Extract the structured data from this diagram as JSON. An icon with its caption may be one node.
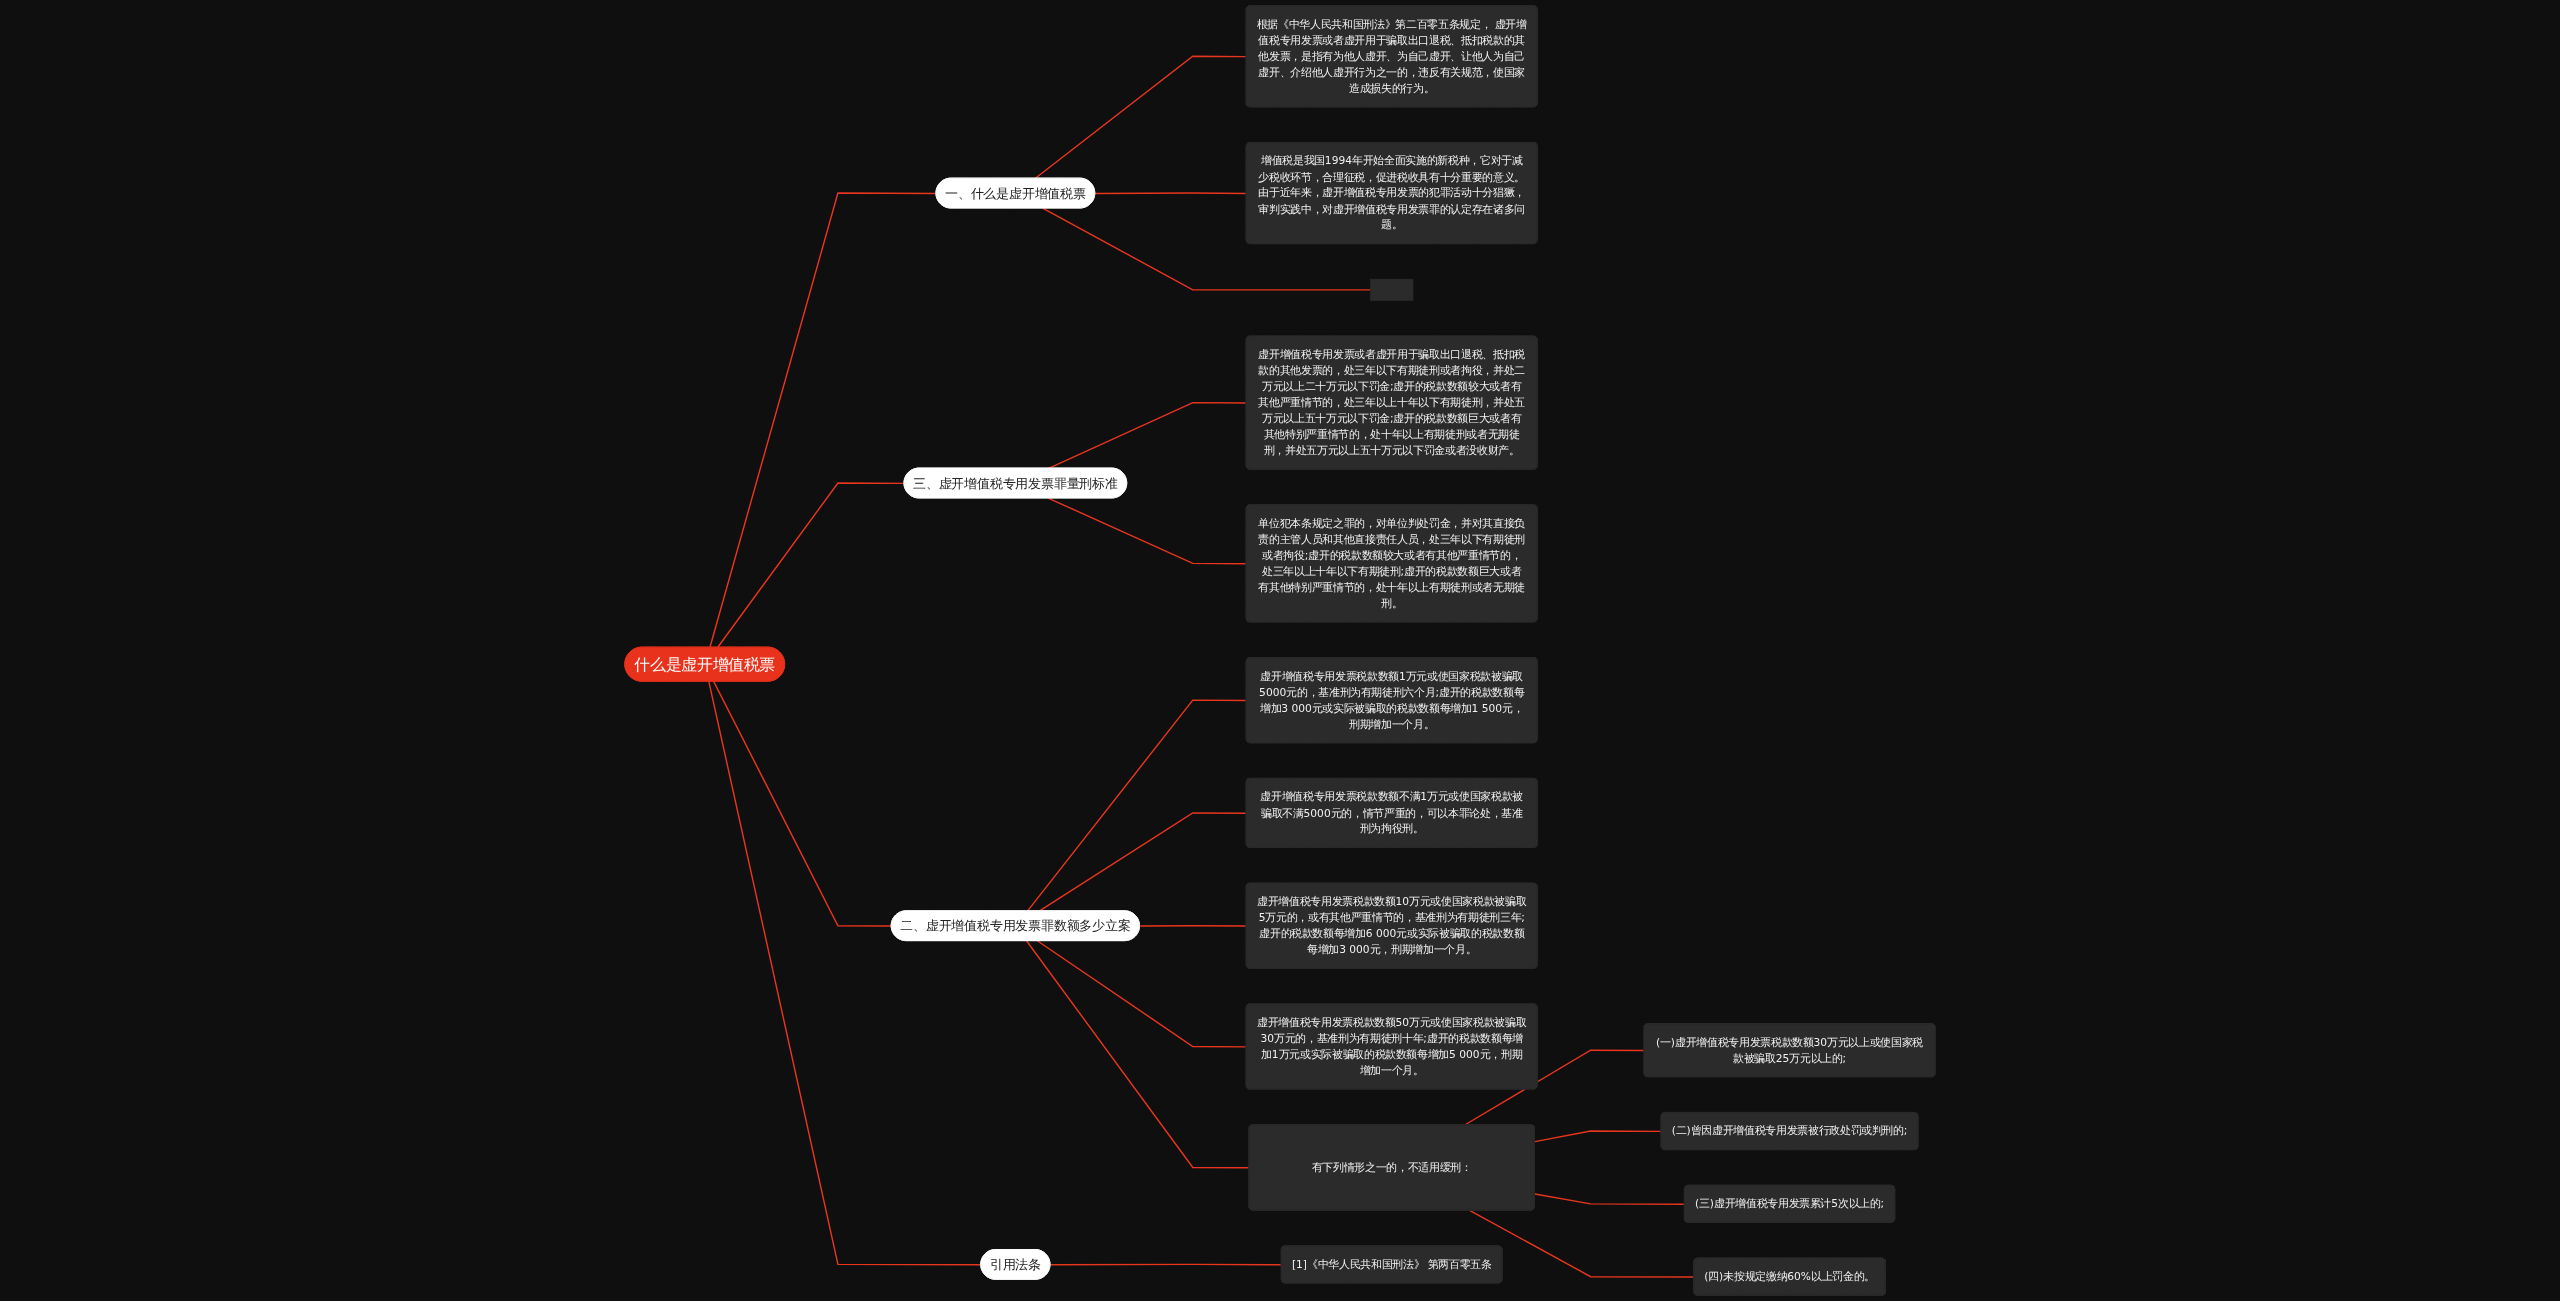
{
  "diagram": {
    "nodes": [
      {
        "text": [
          "什么是虚开增值税票"
        ]
      },
      {
        "text": [
          "一、什么是虚开增值税票"
        ]
      },
      {
        "text": [
          "根据《中华人民共和国刑法》第二百零五条规定， 虚开增值税专用发票或者虚开用于骗取出口退税、抵扣税款的其他发票，是指有为他人虚开、为自己虚开、让他人为自己虚开、介绍他人虚开行为之一的，违反有关规范，使国家造成损失的行为。"
        ]
      },
      {
        "text": [
          "增值税是我国1994年开始全面实施的新税种，它对于减少税收环节，合理征税，促进税收具有十分重要的意义。由于近年来，虚开增值税专用发票的犯罪活动十分猖獗，审判实践中，对虚开增值税专用发票罪的认定存在诸多问题。"
        ]
      },
      {
        "text": [],
        "shape": "box"
      },
      {
        "text": [
          "三、虚开增值税专用发票罪量刑标准"
        ]
      },
      {
        "text": [
          "虚开增值税专用发票或者虚开用于骗取出口退税、抵扣税款的其他发票的，处三年以下有期徒刑或者拘役，并处二万元以上二十万元以下罚金;虚开的税款数额较大或者有其他严重情节的，处三年以上十年以下有期徒刑，并处五万元以上五十万元以下罚金;虚开的税款数额巨大或者有其他特别严重情节的，处十年以上有期徒刑或者无期徒刑，并处五万元以上五十万元以下罚金或者没收财产。"
        ]
      },
      {
        "text": [
          "单位犯本条规定之罪的，对单位判处罚金，并对其直接负责的主管人员和其他直接责任人员，处三年以下有期徒刑或者拘役;虚开的税款数额较大或者有其他严重情节的，处三年以上十年以下有期徒刑;虚开的税款数额巨大或者有其他特别严重情节的，处十年以上有期徒刑或者无期徒刑。"
        ]
      },
      {
        "text": [
          "二、虚开增值税专用发票罪数额多少立案"
        ]
      },
      {
        "text": [
          "虚开增值税专用发票税款数额1万元或使国家税款被骗取5000元的，基准刑为有期徒刑六个月;虚开的税款数额每增加3 000元或实际被骗取的税款数额每增加1 500元，刑期增加一个月。"
        ]
      },
      {
        "text": [
          "虚开增值税专用发票税款数额不满1万元或使国家税款被骗取不满5000元的，情节严重的，可以本罪论处，基准刑为拘役刑。"
        ]
      },
      {
        "text": [
          "虚开增值税专用发票税款数额10万元或使国家税款被骗取5万元的，或有其他严重情节的，基准刑为有期徒刑三年;虚开的税款数额每增加6 000元或实际被骗取的税款数额每增加3 000元，刑期增加一个月。"
        ]
      },
      {
        "text": [
          "虚开增值税专用发票税款数额50万元或使国家税款被骗取30万元的，基准刑为有期徒刑十年;虚开的税款数额每增加1万元或实际被骗取的税款数额每增加5 000元，刑期增加一个月。"
        ]
      },
      {
        "text": [
          "有下列情形之一的，不适用缓刑："
        ]
      },
      {
        "text": [
          "(一)虚开增值税专用发票税款数额30万元以上或使国家税款被骗取25万元以上的;"
        ]
      },
      {
        "text": [
          "(二)曾因虚开增值税专用发票被行政处罚或判刑的;"
        ]
      },
      {
        "text": [
          "(三)虚开增值税专用发票累计5次以上的;"
        ]
      },
      {
        "text": [
          "(四)未按规定缴纳60%以上罚金的。"
        ]
      },
      {
        "text": [
          "引用法条"
        ]
      },
      {
        "text": [
          "[1]《中华人民共和国刑法》 第两百零五条"
        ]
      }
    ],
    "edges": [
      {
        "from": 0,
        "to": 1,
        "arrow": "none"
      },
      {
        "from": 1,
        "to": 2,
        "arrow": "none"
      },
      {
        "from": 1,
        "to": 3,
        "arrow": "none"
      },
      {
        "from": 1,
        "to": 4,
        "arrow": "none"
      },
      {
        "from": 0,
        "to": 5,
        "arrow": "none"
      },
      {
        "from": 5,
        "to": 6,
        "arrow": "none"
      },
      {
        "from": 5,
        "to": 7,
        "arrow": "none"
      },
      {
        "from": 0,
        "to": 8,
        "arrow": "none"
      },
      {
        "from": 8,
        "to": 9,
        "arrow": "none"
      },
      {
        "from": 8,
        "to": 10,
        "arrow": "none"
      },
      {
        "from": 8,
        "to": 11,
        "arrow": "none"
      },
      {
        "from": 8,
        "to": 12,
        "arrow": "none"
      },
      {
        "from": 8,
        "to": 13,
        "arrow": "none"
      },
      {
        "from": 13,
        "to": 14,
        "arrow": "none"
      },
      {
        "from": 13,
        "to": 15,
        "arrow": "none"
      },
      {
        "from": 13,
        "to": 16,
        "arrow": "none"
      },
      {
        "from": 13,
        "to": 17,
        "arrow": "none"
      },
      {
        "from": 0,
        "to": 18,
        "arrow": "none"
      },
      {
        "from": 18,
        "to": 19,
        "arrow": "none"
      }
    ]
  }
}
